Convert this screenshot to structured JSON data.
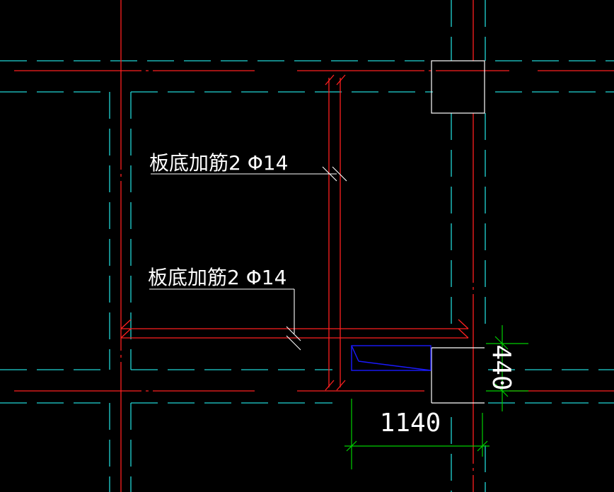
{
  "colors": {
    "background": "#000000",
    "axis_red": "#ff2020",
    "axis_cyan": "#21d6d6",
    "annotation_white": "#ffffff",
    "dimension_green": "#00d000",
    "selection_blue": "#1a1aff"
  },
  "annotations": {
    "rebar_label_1": "板底加筋2 Φ14",
    "rebar_label_2": "板底加筋2 Φ14"
  },
  "dimensions": {
    "horizontal": "1140",
    "vertical": "440"
  }
}
